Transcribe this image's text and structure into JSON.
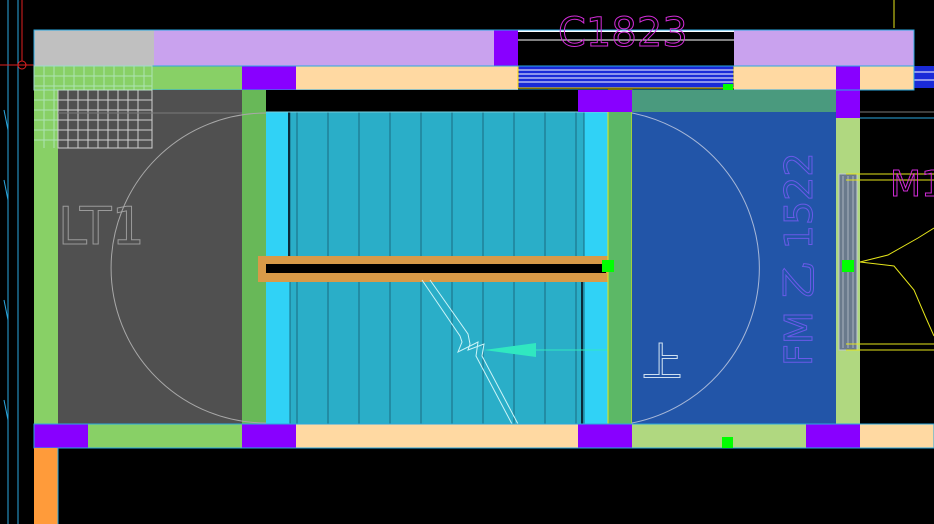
{
  "labels": {
    "window_tag": "C1823",
    "elevator_tag": "LT1",
    "fire_door_tag": "FM 乙 1522",
    "side_door_tag": "M1",
    "up_mark": "上"
  },
  "colors": {
    "background": "#000000",
    "purple_wall": "#c9a2ee",
    "violet_column": "#8800ff",
    "green_wall": "#88d066",
    "light_green_wall": "#b0d880",
    "beige_wall": "#ffd9a2",
    "gray_block": "#c0c0c0",
    "dark_floor": "#505050",
    "stair_cyan": "#2aaec8",
    "stair_light_cyan": "#30d2f6",
    "landing_blue": "#2255a8",
    "teal_band": "#4a9a7e",
    "orange_rail": "#d89a48",
    "orange_pillar": "#ff9b3a",
    "window_blue": "#1a2ad8",
    "marker_green": "#00ff00",
    "yellow_line": "#e6e61a",
    "magenta_text": "#d22cd8"
  },
  "icons": {
    "stair_arrow": "arrow-left-icon",
    "break_line": "zigzag-break-icon"
  }
}
